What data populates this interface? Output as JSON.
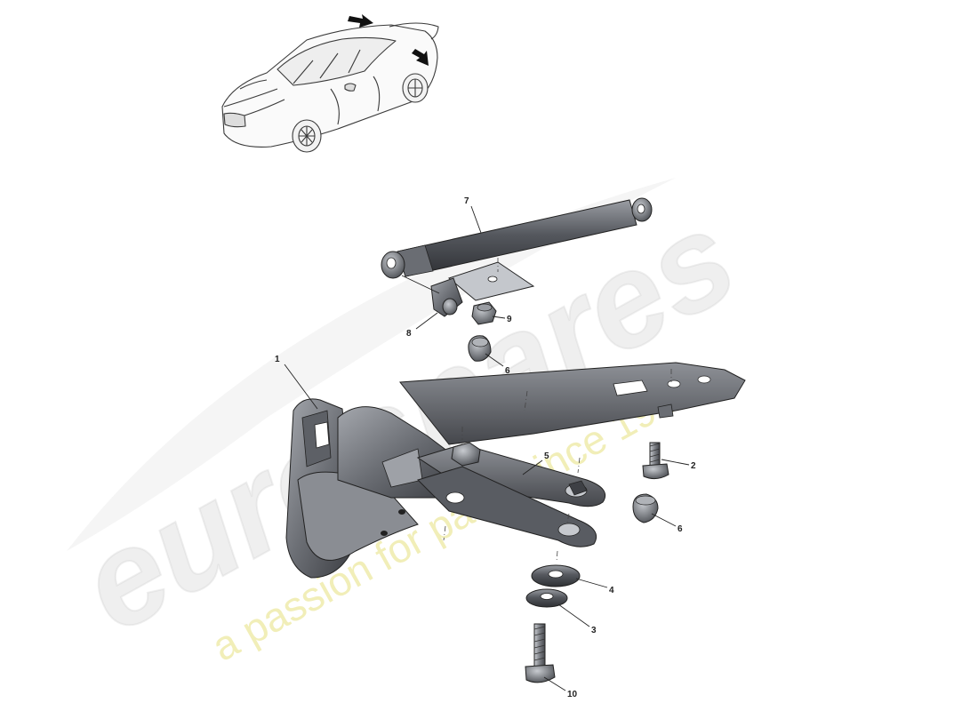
{
  "watermark": {
    "brand": "eurospares",
    "tagline": "a passion for parts since 1985"
  },
  "callouts": {
    "c1": "1",
    "c2": "2",
    "c3": "3",
    "c4": "4",
    "c5": "5",
    "c6a": "6",
    "c6b": "6",
    "c7": "7",
    "c8": "8",
    "c9": "9",
    "c10": "10"
  },
  "colors": {
    "part_dark": "#4a4d52",
    "part_mid": "#7b7f86",
    "part_light": "#b9bcc2",
    "outline": "#222222",
    "arrow": "#111111"
  }
}
